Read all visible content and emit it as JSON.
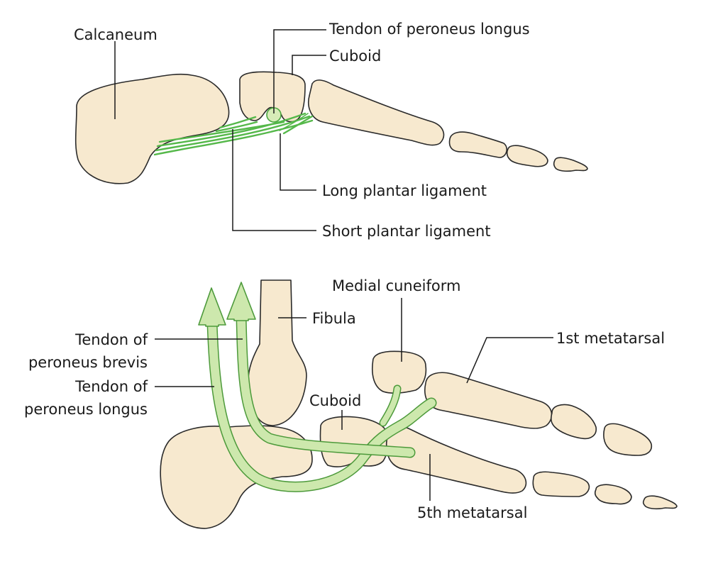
{
  "top_view": {
    "labels": {
      "calcaneum": "Calcaneum",
      "tendon_peroneus_longus": "Tendon of peroneus longus",
      "cuboid": "Cuboid",
      "long_plantar_ligament": "Long plantar ligament",
      "short_plantar_ligament": "Short plantar ligament"
    }
  },
  "bottom_view": {
    "labels": {
      "medial_cuneiform": "Medial cuneiform",
      "fibula": "Fibula",
      "first_metatarsal": "1st metatarsal",
      "tendon_peroneus_brevis_line1": "Tendon of",
      "tendon_peroneus_brevis_line2": "peroneus brevis",
      "tendon_peroneus_longus_line1": "Tendon of",
      "tendon_peroneus_longus_line2": "peroneus longus",
      "cuboid": "Cuboid",
      "fifth_metatarsal": "5th metatarsal"
    }
  },
  "colors": {
    "bone_fill": "#f7e9cf",
    "bone_outline": "#2a2a2a",
    "ligament_green": "#55b84a",
    "tendon_fill": "#cde8ad",
    "tendon_edge": "#4d9a3b"
  }
}
